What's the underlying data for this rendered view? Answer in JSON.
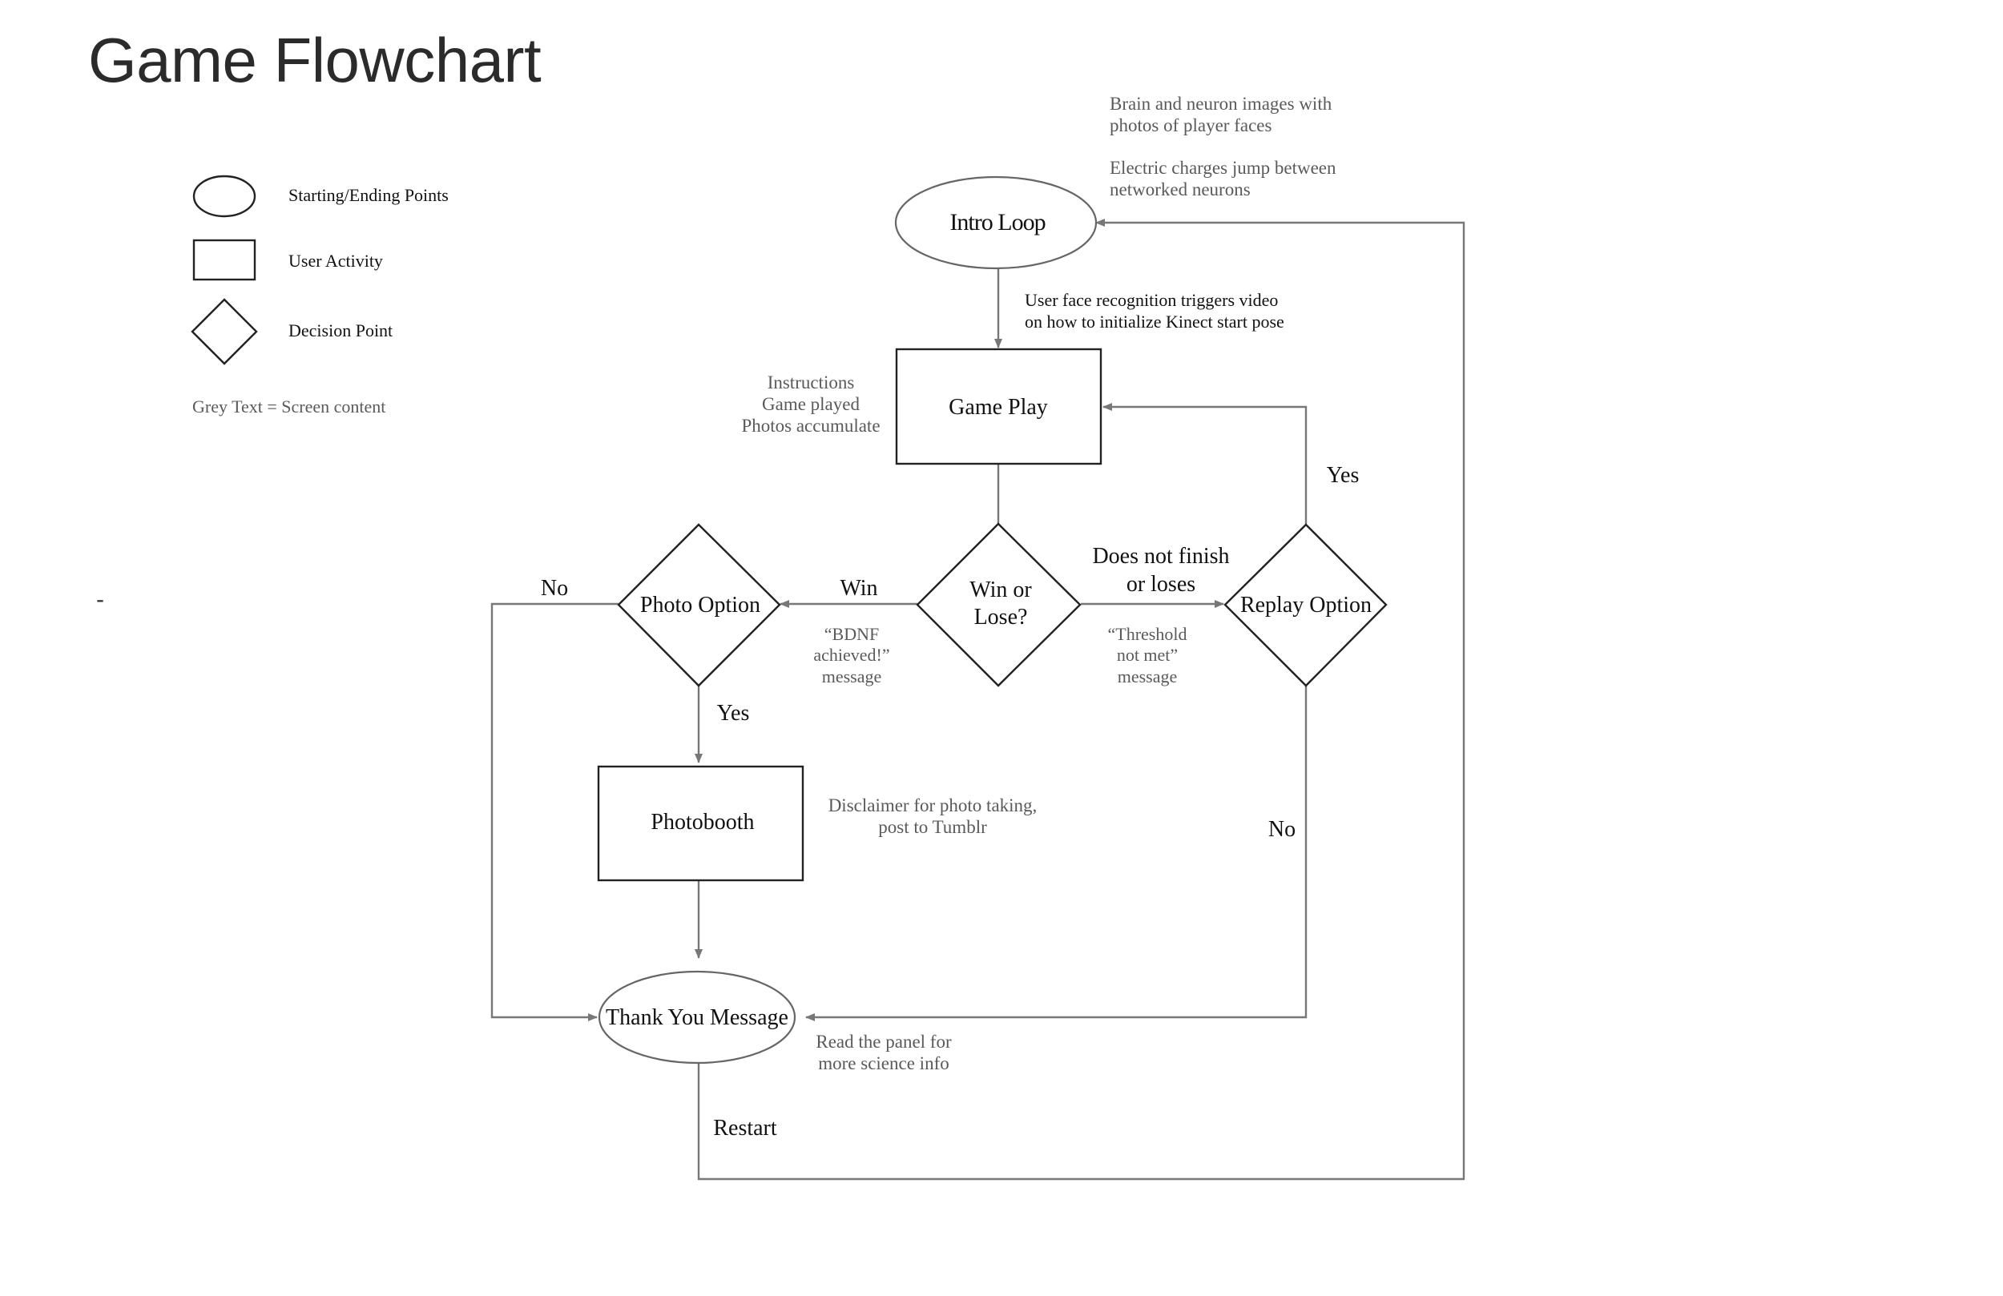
{
  "title": "Game Flowchart",
  "stray_mark": "-",
  "legend": {
    "items": [
      {
        "shape": "ellipse",
        "label": "Starting/Ending Points"
      },
      {
        "shape": "rectangle",
        "label": "User Activity"
      },
      {
        "shape": "diamond",
        "label": "Decision Point"
      }
    ],
    "note": "Grey Text = Screen content"
  },
  "nodes": {
    "intro_loop": "Intro Loop",
    "game_play": "Game Play",
    "win_or_lose": [
      "Win or",
      "Lose?"
    ],
    "photo_option": "Photo Option",
    "replay_option": "Replay Option",
    "photobooth": "Photobooth",
    "thank_you": "Thank You Message"
  },
  "edge_labels": {
    "win": "Win",
    "no_photo": "No",
    "yes_photo": "Yes",
    "does_not_finish": [
      "Does not finish",
      "or loses"
    ],
    "yes_replay": "Yes",
    "no_replay": "No",
    "restart": "Restart"
  },
  "annotations": {
    "intro_screen": [
      "Brain and neuron images with",
      "photos of player faces",
      "",
      "Electric charges jump between",
      "networked neurons"
    ],
    "face_recognition": [
      "User face recognition triggers video",
      "on how to initialize Kinect start pose"
    ],
    "game_screen": [
      "Instructions",
      "Game played",
      "Photos accumulate"
    ],
    "bdnf": [
      "“BDNF",
      "achieved!”",
      "message"
    ],
    "threshold": [
      "“Threshold",
      "not met”",
      "message"
    ],
    "disclaimer": [
      "Disclaimer for photo taking,",
      "post to Tumblr"
    ],
    "panel": [
      "Read the panel for",
      "more science info"
    ]
  }
}
